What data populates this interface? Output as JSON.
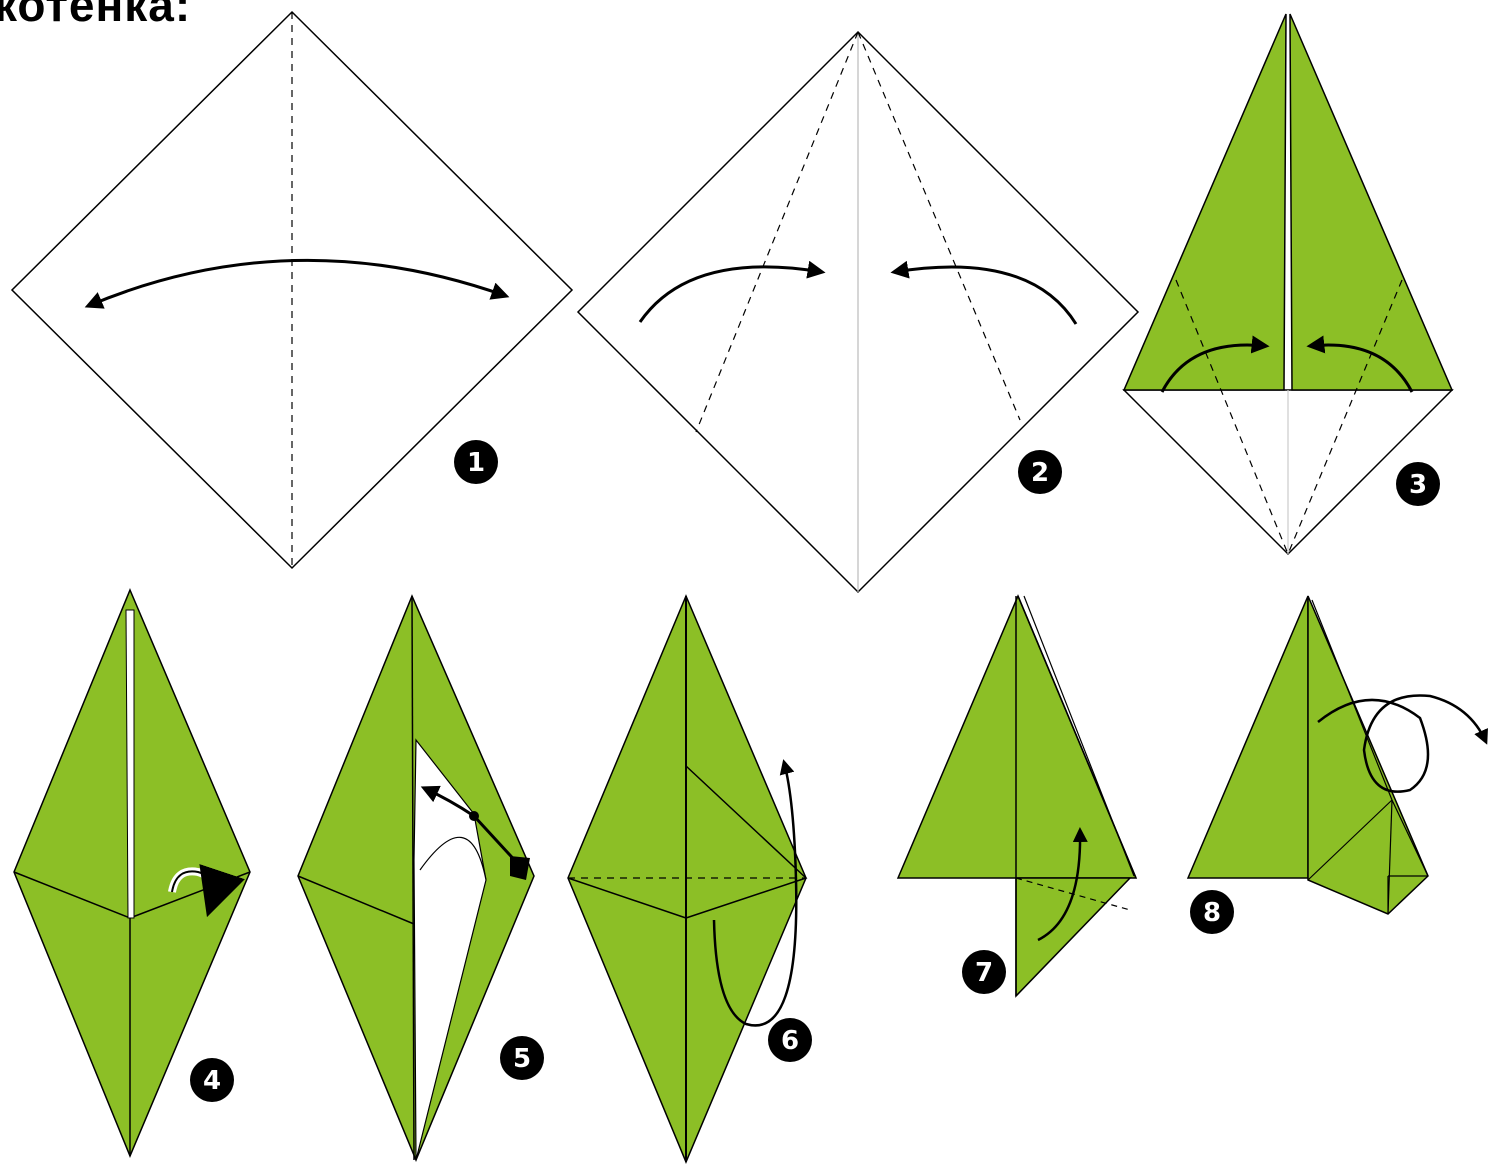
{
  "title": "котенка:",
  "colors": {
    "paper_green": "#8cbf26",
    "line": "#000000",
    "fold_white": "#ffffff"
  },
  "steps": [
    {
      "number": "1"
    },
    {
      "number": "2"
    },
    {
      "number": "3"
    },
    {
      "number": "4"
    },
    {
      "number": "5"
    },
    {
      "number": "6"
    },
    {
      "number": "7"
    },
    {
      "number": "8"
    }
  ]
}
